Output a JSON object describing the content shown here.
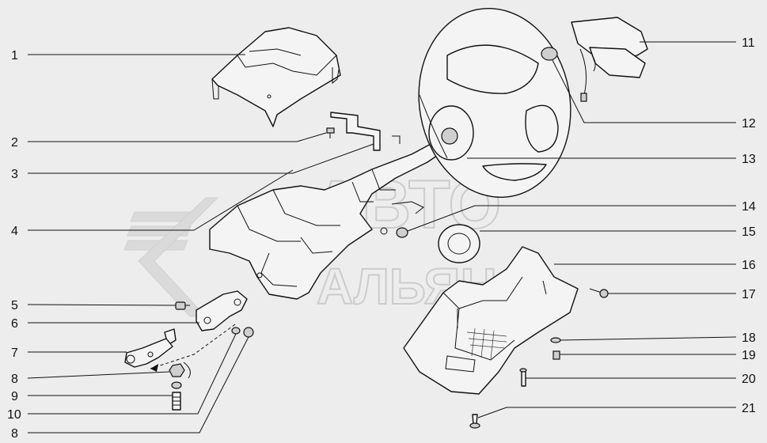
{
  "watermark": {
    "line1": "АВТО",
    "line2": "АЛЬЯНС"
  },
  "callouts": [
    {
      "id": "c1",
      "label": "1"
    },
    {
      "id": "c2",
      "label": "2"
    },
    {
      "id": "c3",
      "label": "3"
    },
    {
      "id": "c4",
      "label": "4"
    },
    {
      "id": "c5",
      "label": "5"
    },
    {
      "id": "c6",
      "label": "6"
    },
    {
      "id": "c7",
      "label": "7"
    },
    {
      "id": "c8a",
      "label": "8"
    },
    {
      "id": "c9",
      "label": "9"
    },
    {
      "id": "c10",
      "label": "10"
    },
    {
      "id": "c8b",
      "label": "8"
    },
    {
      "id": "c11",
      "label": "11"
    },
    {
      "id": "c12",
      "label": "12"
    },
    {
      "id": "c13",
      "label": "13"
    },
    {
      "id": "c14",
      "label": "14"
    },
    {
      "id": "c15",
      "label": "15"
    },
    {
      "id": "c16",
      "label": "16"
    },
    {
      "id": "c17",
      "label": "17"
    },
    {
      "id": "c18",
      "label": "18"
    },
    {
      "id": "c19",
      "label": "19"
    },
    {
      "id": "c20",
      "label": "20"
    },
    {
      "id": "c21",
      "label": "21"
    }
  ]
}
